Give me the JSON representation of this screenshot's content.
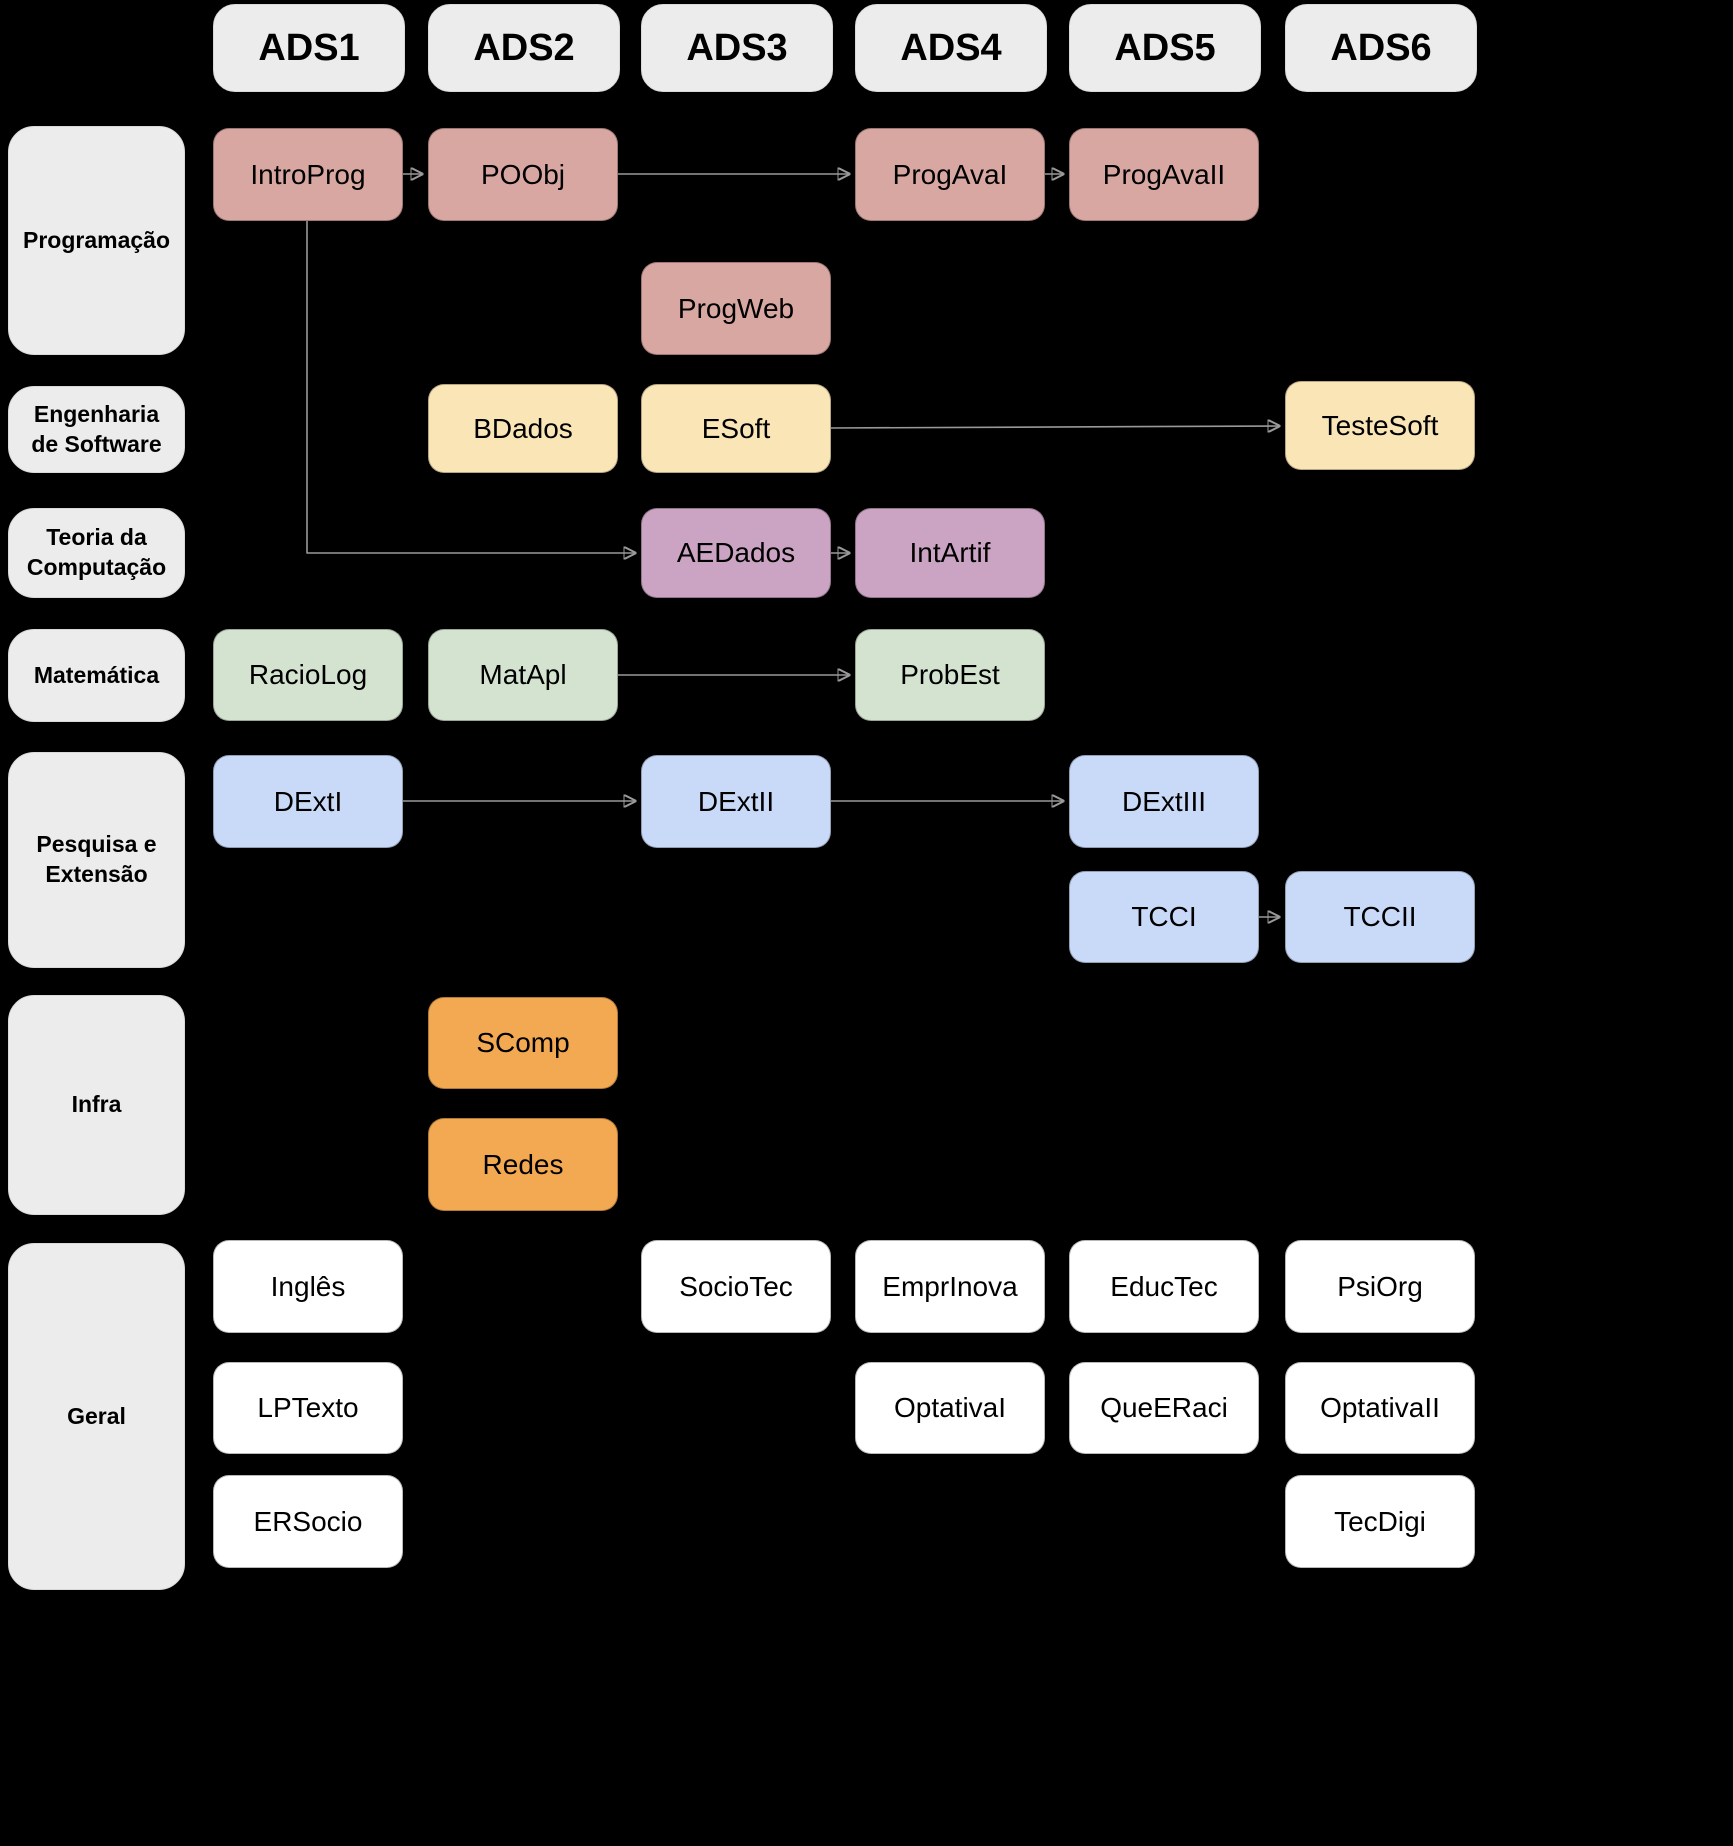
{
  "columns": [
    {
      "label": "ADS1"
    },
    {
      "label": "ADS2"
    },
    {
      "label": "ADS3"
    },
    {
      "label": "ADS4"
    },
    {
      "label": "ADS5"
    },
    {
      "label": "ADS6"
    }
  ],
  "categories": [
    {
      "id": "programacao",
      "label": "Programação",
      "color": "#d9a7a1"
    },
    {
      "id": "engenharia-software",
      "label": "Engenharia de Software",
      "color": "#fae5b7"
    },
    {
      "id": "teoria-computacao",
      "label": "Teoria da Computação",
      "color": "#cba3c3"
    },
    {
      "id": "matematica",
      "label": "Matemática",
      "color": "#d4e3cf"
    },
    {
      "id": "pesquisa-extensao",
      "label": "Pesquisa e Extensão",
      "color": "#c9daf8"
    },
    {
      "id": "infra",
      "label": "Infra",
      "color": "#f3a952"
    },
    {
      "id": "geral",
      "label": "Geral",
      "color": "#ffffff"
    }
  ],
  "nodes": [
    {
      "label": "IntroProg",
      "category": "programacao",
      "column": "ADS1"
    },
    {
      "label": "POObj",
      "category": "programacao",
      "column": "ADS2"
    },
    {
      "label": "ProgAvaI",
      "category": "programacao",
      "column": "ADS4"
    },
    {
      "label": "ProgAvaII",
      "category": "programacao",
      "column": "ADS5"
    },
    {
      "label": "ProgWeb",
      "category": "programacao",
      "column": "ADS3"
    },
    {
      "label": "BDados",
      "category": "engenharia-software",
      "column": "ADS2"
    },
    {
      "label": "ESoft",
      "category": "engenharia-software",
      "column": "ADS3"
    },
    {
      "label": "TesteSoft",
      "category": "engenharia-software",
      "column": "ADS6"
    },
    {
      "label": "AEDados",
      "category": "teoria-computacao",
      "column": "ADS3"
    },
    {
      "label": "IntArtif",
      "category": "teoria-computacao",
      "column": "ADS4"
    },
    {
      "label": "RacioLog",
      "category": "matematica",
      "column": "ADS1"
    },
    {
      "label": "MatApl",
      "category": "matematica",
      "column": "ADS2"
    },
    {
      "label": "ProbEst",
      "category": "matematica",
      "column": "ADS4"
    },
    {
      "label": "DExtI",
      "category": "pesquisa-extensao",
      "column": "ADS1"
    },
    {
      "label": "DExtII",
      "category": "pesquisa-extensao",
      "column": "ADS3"
    },
    {
      "label": "DExtIII",
      "category": "pesquisa-extensao",
      "column": "ADS5"
    },
    {
      "label": "TCCI",
      "category": "pesquisa-extensao",
      "column": "ADS5"
    },
    {
      "label": "TCCII",
      "category": "pesquisa-extensao",
      "column": "ADS6"
    },
    {
      "label": "SComp",
      "category": "infra",
      "column": "ADS2"
    },
    {
      "label": "Redes",
      "category": "infra",
      "column": "ADS2"
    },
    {
      "label": "Inglês",
      "category": "geral",
      "column": "ADS1"
    },
    {
      "label": "SocioTec",
      "category": "geral",
      "column": "ADS3"
    },
    {
      "label": "EmprInova",
      "category": "geral",
      "column": "ADS4"
    },
    {
      "label": "EducTec",
      "category": "geral",
      "column": "ADS5"
    },
    {
      "label": "PsiOrg",
      "category": "geral",
      "column": "ADS6"
    },
    {
      "label": "LPTexto",
      "category": "geral",
      "column": "ADS1"
    },
    {
      "label": "OptativaI",
      "category": "geral",
      "column": "ADS4"
    },
    {
      "label": "QueERaci",
      "category": "geral",
      "column": "ADS5"
    },
    {
      "label": "OptativaII",
      "category": "geral",
      "column": "ADS6"
    },
    {
      "label": "ERSocio",
      "category": "geral",
      "column": "ADS1"
    },
    {
      "label": "TecDigi",
      "category": "geral",
      "column": "ADS6"
    }
  ],
  "edges": [
    {
      "from": "IntroProg",
      "to": "POObj"
    },
    {
      "from": "POObj",
      "to": "ProgAvaI"
    },
    {
      "from": "ProgAvaI",
      "to": "ProgAvaII"
    },
    {
      "from": "IntroProg",
      "to": "AEDados"
    },
    {
      "from": "ESoft",
      "to": "TesteSoft"
    },
    {
      "from": "AEDados",
      "to": "IntArtif"
    },
    {
      "from": "MatApl",
      "to": "ProbEst"
    },
    {
      "from": "DExtI",
      "to": "DExtII"
    },
    {
      "from": "DExtII",
      "to": "DExtIII"
    },
    {
      "from": "TCCI",
      "to": "TCCII"
    }
  ],
  "colors": {
    "background": "#000000",
    "panel": "#ececec",
    "edge": "#999999"
  }
}
